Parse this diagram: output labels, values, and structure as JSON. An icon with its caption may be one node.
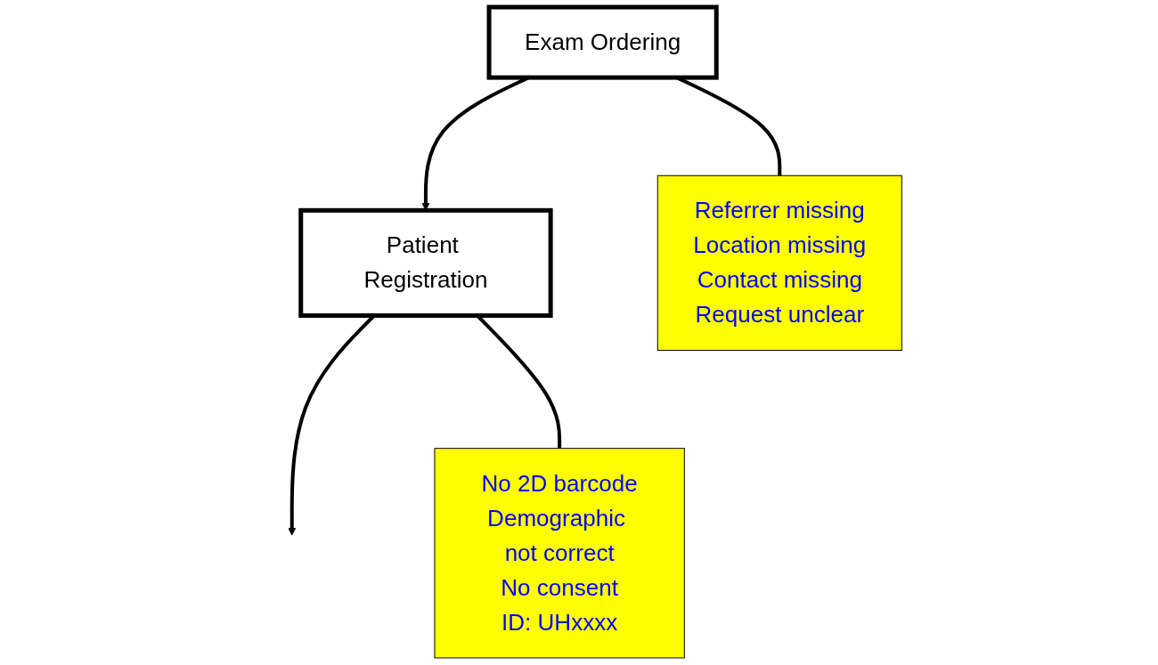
{
  "diagram": {
    "nodes": [
      {
        "text": [
          "Exam Ordering"
        ]
      },
      {
        "text": [
          "Patient Registration"
        ]
      },
      {
        "text": [
          "Referrer missing",
          "Location missing",
          "Contact missing",
          "Request unclear"
        ]
      },
      {
        "text": [
          "No 2D barcode",
          "Demographic not correct",
          "No consent",
          "ID: UHxxxx"
        ]
      }
    ],
    "edges": [
      {
        "from": 0,
        "to": 1,
        "arrow": "to"
      },
      {
        "from": 1,
        "to": null,
        "arrow": "to"
      },
      {
        "from": 2,
        "to": 0,
        "arrow": "none"
      },
      {
        "from": 3,
        "to": 1,
        "arrow": "none"
      }
    ]
  }
}
